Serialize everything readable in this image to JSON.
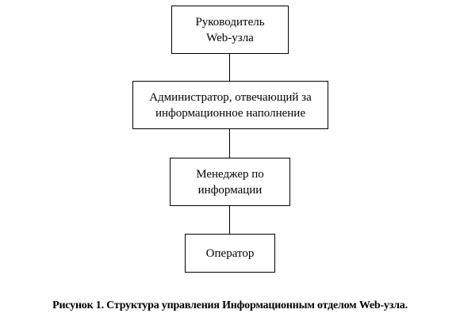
{
  "nodes": [
    {
      "id": "head",
      "label": "Руководитель\nWeb-узла"
    },
    {
      "id": "admin",
      "label": "Администратор, отвечающий за\nинформационное наполнение"
    },
    {
      "id": "manager",
      "label": "Менеджер по\nинформации"
    },
    {
      "id": "operator",
      "label": "Оператор"
    }
  ],
  "edges": [
    {
      "from": "head",
      "to": "admin"
    },
    {
      "from": "admin",
      "to": "manager"
    },
    {
      "from": "manager",
      "to": "operator"
    }
  ],
  "caption": "Рисунок 1. Структура  управления Информационным отделом Web-узла."
}
